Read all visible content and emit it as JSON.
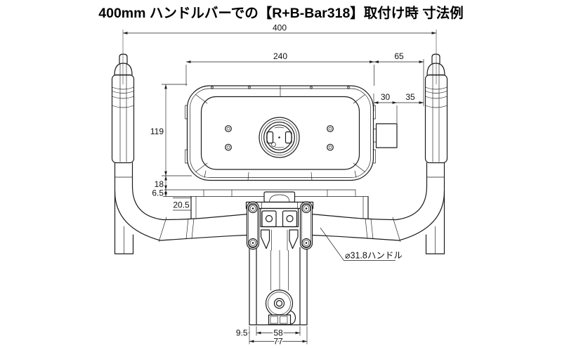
{
  "title": "400mm ハンドルバーでの【R+B-Bar318】取付け時 寸法例",
  "dimensions": {
    "overall_width_mm": "400",
    "mount_plate_width_mm": "240",
    "plate_to_lever_mm": "65",
    "right_gap_a_mm": "30",
    "right_gap_b_mm": "35",
    "plate_height_mm": "119",
    "below_plate_a_mm": "18",
    "below_plate_b_mm": "6.5",
    "clamp_bracket_height_mm": "20.5",
    "stem_side_offset_mm": "9.5",
    "stem_inner_width_mm": "58",
    "stem_outer_width_mm": "77"
  },
  "annotations": {
    "handlebar_diameter": "⌀31.8ハンドル"
  },
  "colors": {
    "background": "#ffffff",
    "line": "#1c1c1c"
  }
}
